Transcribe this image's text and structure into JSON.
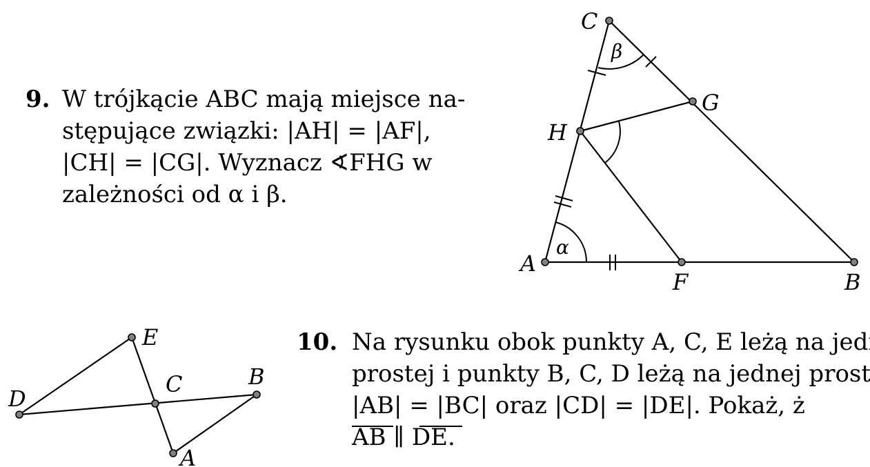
{
  "problem9": {
    "number": "9.",
    "lines": [
      "W trójkącie ABC mają miejsce na-",
      "stępujące związki: |AH| = |AF|,",
      "|CH| = |CG|. Wyznacz ∢FHG w",
      "zależności od α i β."
    ]
  },
  "problem10": {
    "number": "10.",
    "lines": [
      "Na rysunku obok punkty A, C, E leżą na jedne",
      "prostej i punkty B, C, D leżą na jednej prostej",
      "|AB| = |BC| oraz |CD| = |DE|. Pokaż, ż",
      "AB ∥ DE."
    ]
  },
  "figure1": {
    "labels": {
      "A": "A",
      "B": "B",
      "C": "C",
      "F": "F",
      "G": "G",
      "H": "H"
    },
    "angles": {
      "alpha": "α",
      "beta": "β"
    }
  },
  "figure2": {
    "labels": {
      "A": "A",
      "B": "B",
      "C": "C",
      "D": "D",
      "E": "E"
    }
  }
}
